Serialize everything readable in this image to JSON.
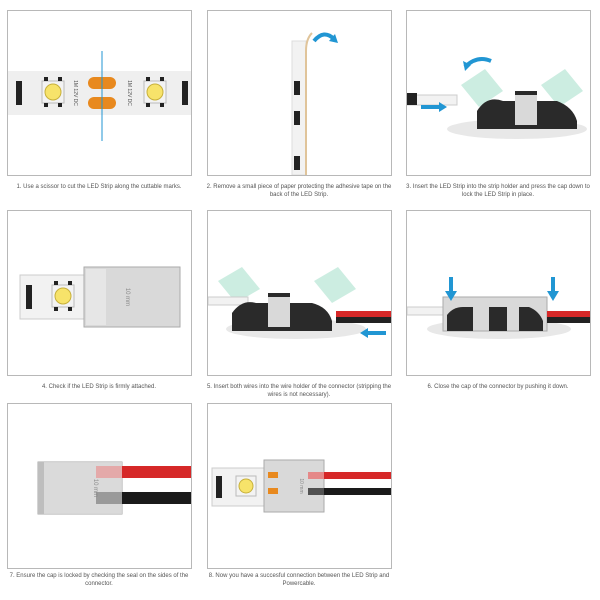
{
  "steps": [
    {
      "caption": "1. Use a scissor to cut the LED Strip along the cuttable marks.",
      "strip_label": "1M 12V DC"
    },
    {
      "caption": "2. Remove a small piece of paper protecting the adhesive tape on the back of the LED Strip."
    },
    {
      "caption": "3. Insert the LED Strip into the strip holder and press the cap down to lock the LED Strip in place."
    },
    {
      "caption": "4. Check if the LED Strip is firmly attached.",
      "cap_label": "10 mm"
    },
    {
      "caption": "5. Insert both wires into the wire holder of the connector (stripping the wires is not necessary)."
    },
    {
      "caption": "6. Close the cap of the connector by pushing it down."
    },
    {
      "caption": "7. Ensure the cap is locked by checking the seal on the sides of the connector.",
      "cap_label": "10 mm"
    },
    {
      "caption": "8. Now you have a succesful connection between the LED Strip and Powercable.",
      "cap_label": "10 mm"
    }
  ],
  "colors": {
    "arrow": "#2196d3",
    "strip": "#f2f2f2",
    "led": "#f7e36a",
    "copper": "#e8891e",
    "wire_red": "#d62828",
    "wire_black": "#222222",
    "connector_body": "#2a2a2a",
    "cap": "#d9d9d9",
    "cap_ghost": "#bfe8da"
  }
}
